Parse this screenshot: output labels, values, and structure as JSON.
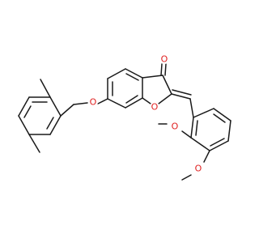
{
  "molecule": {
    "atom_labels": {
      "carbonyl_oxygen": "O",
      "furan_oxygen": "O",
      "ether_oxygen": "O",
      "ortho_methoxy_oxygen": "O",
      "meta_methoxy_oxygen": "O"
    },
    "colors": {
      "bond": "#1a1a1a",
      "oxygen": "#e02020",
      "background": "#ffffff"
    }
  }
}
